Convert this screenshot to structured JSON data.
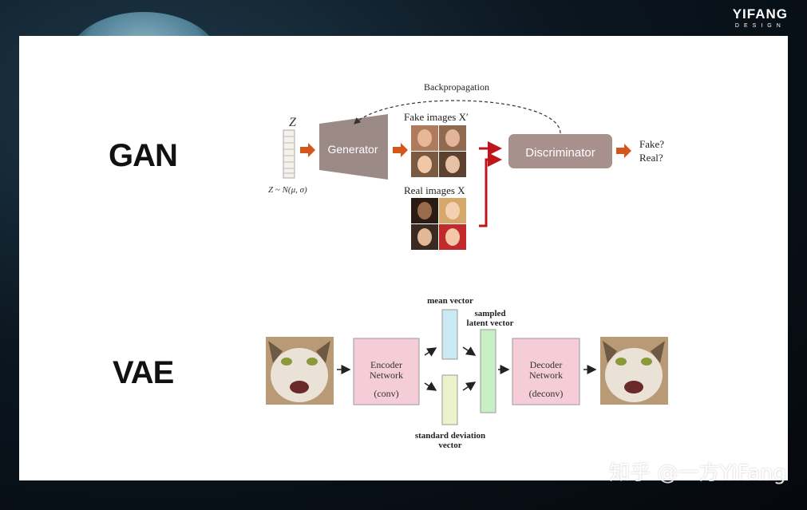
{
  "brand": {
    "name": "YIFANG",
    "sub": "DESIGN"
  },
  "slide": {
    "gan_label": "GAN",
    "vae_label": "VAE"
  },
  "gan": {
    "z_label": "Z",
    "z_dist": "Z ~ N(μ, σ)",
    "generator": "Generator",
    "backprop": "Backpropagation",
    "fake_label": "Fake images X′",
    "real_label": "Real images X",
    "discriminator": "Discriminator",
    "out_fake": "Fake?",
    "out_real": "Real?"
  },
  "vae": {
    "mean_label": "mean vector",
    "sampled_label_1": "sampled",
    "sampled_label_2": "latent vector",
    "std_label_1": "standard deviation",
    "std_label_2": "vector",
    "encoder_1": "Encoder",
    "encoder_2": "Network",
    "encoder_3": "(conv)",
    "decoder_1": "Decoder",
    "decoder_2": "Network",
    "decoder_3": "(deconv)"
  },
  "colors": {
    "generator": "#9c8a87",
    "discriminator": "#a8908c",
    "arrow_orange": "#d3561a",
    "arrow_red": "#c0141c",
    "encoder_fill": "#f5cdd8",
    "mean_fill": "#cbe9f3",
    "std_fill": "#eef2cc",
    "latent_fill": "#c9f0c5"
  },
  "watermark": "知乎 @一方YiFang"
}
